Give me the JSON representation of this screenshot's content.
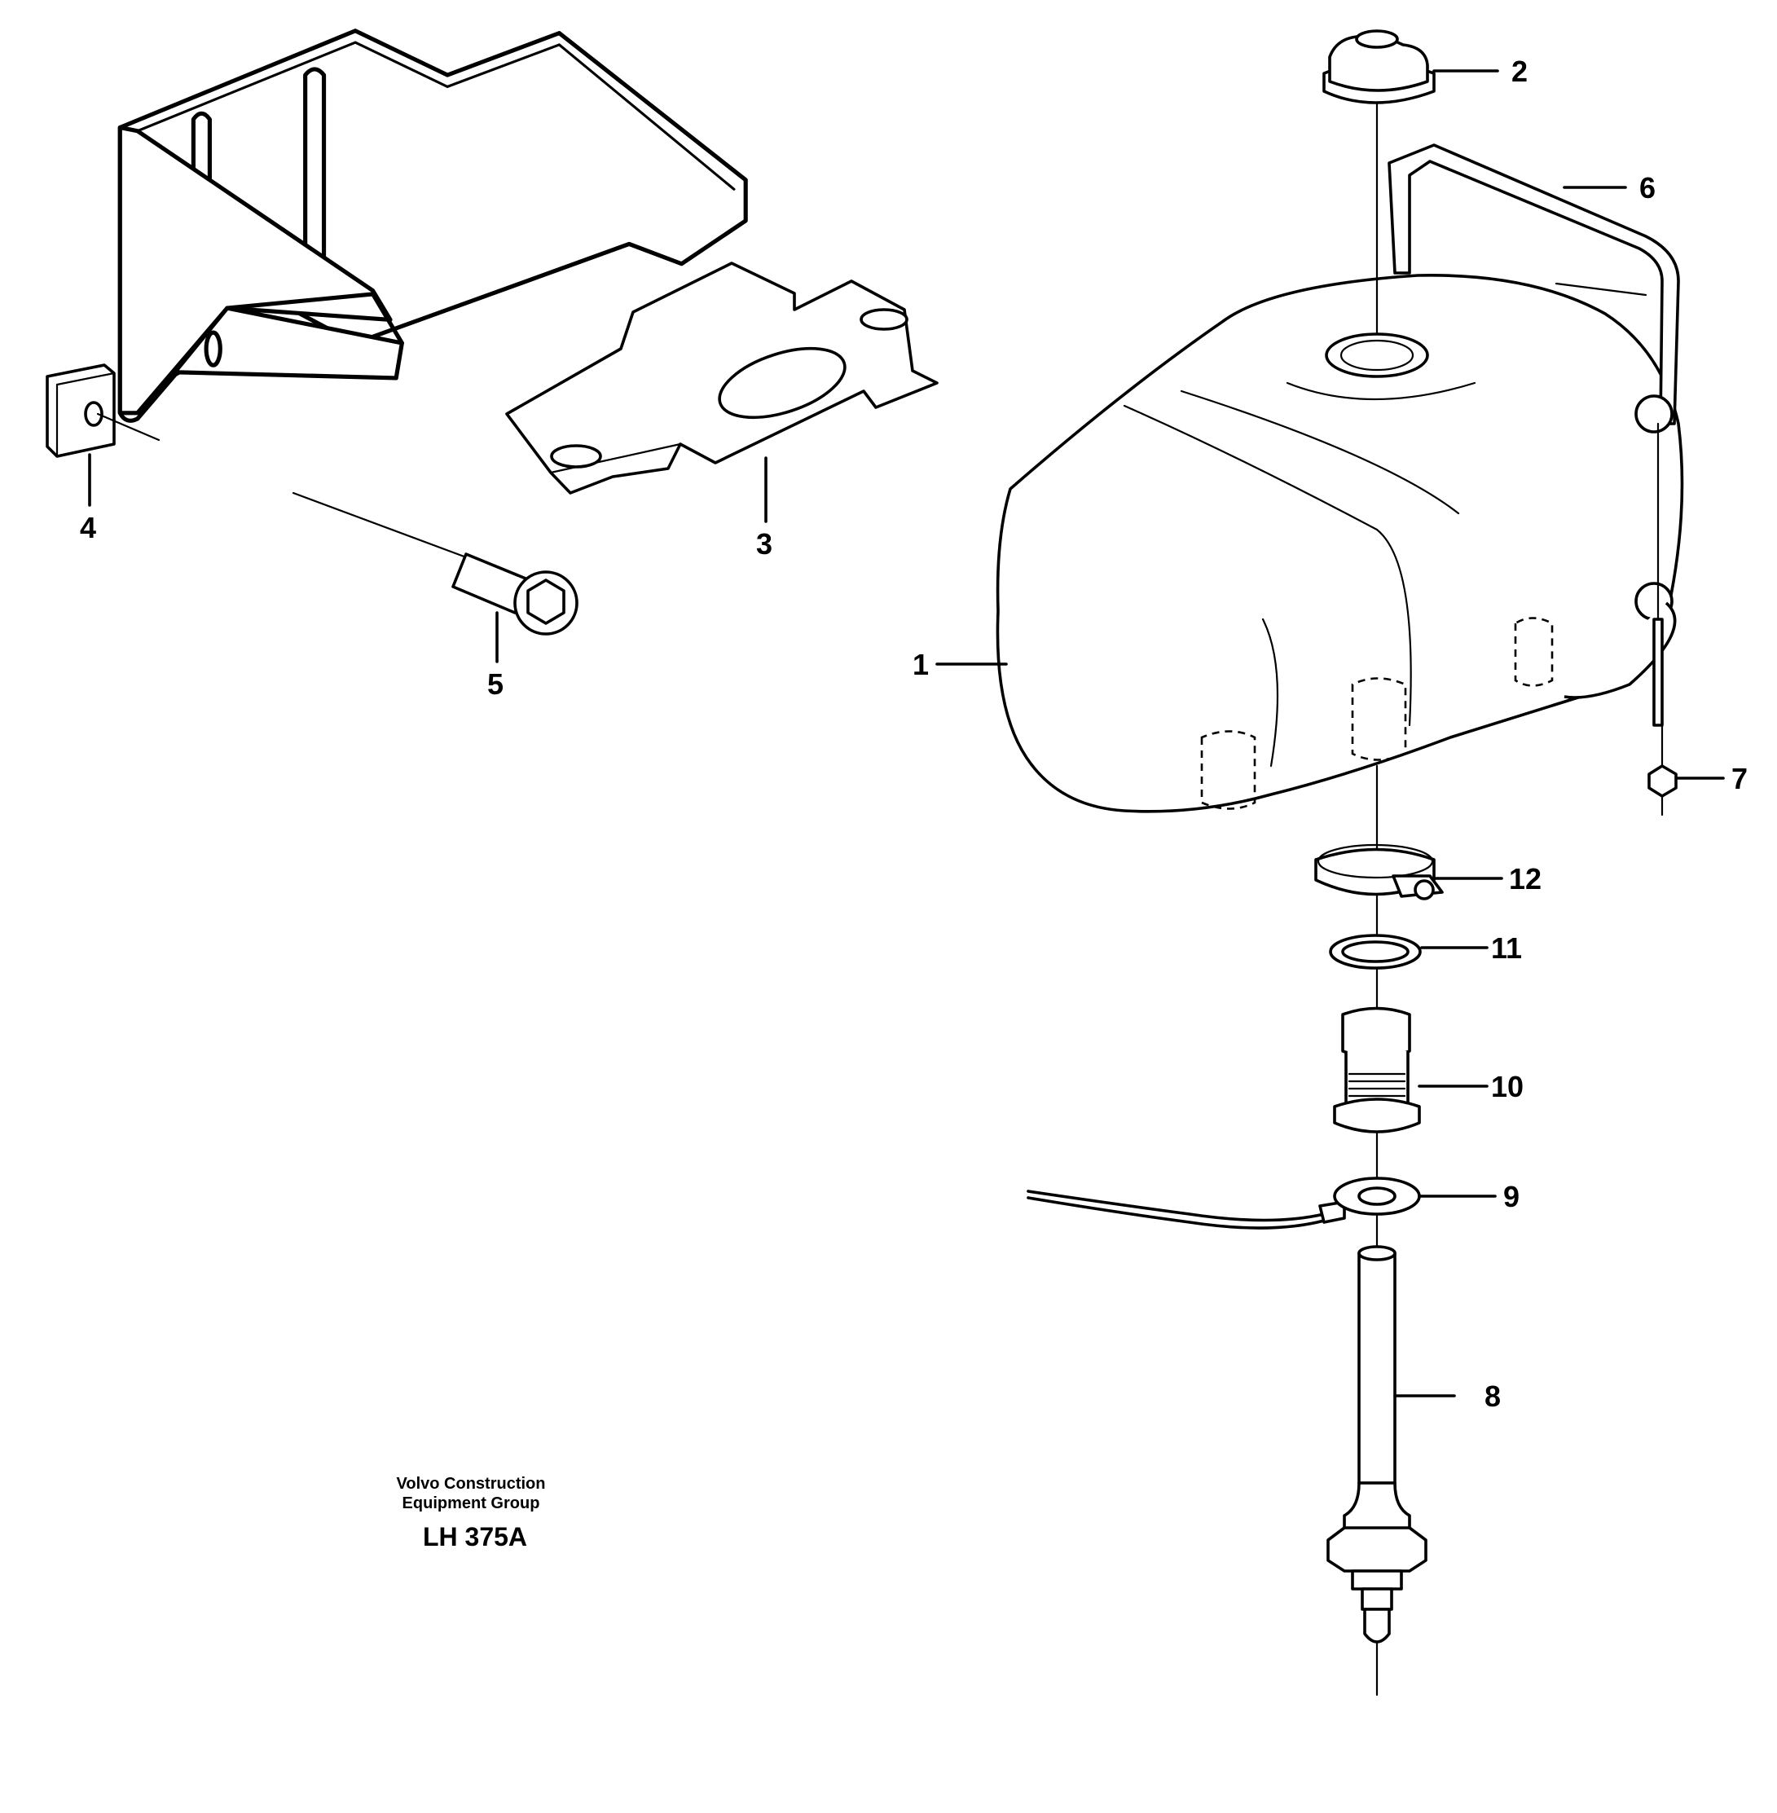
{
  "callouts": [
    {
      "id": "tank",
      "label": "1"
    },
    {
      "id": "filler-cap",
      "label": "2"
    },
    {
      "id": "mounting-plate",
      "label": "3"
    },
    {
      "id": "nut-clip",
      "label": "4"
    },
    {
      "id": "flange-screw",
      "label": "5"
    },
    {
      "id": "tension-strap",
      "label": "6"
    },
    {
      "id": "nut",
      "label": "7"
    },
    {
      "id": "level-sensor",
      "label": "8"
    },
    {
      "id": "cable-terminal",
      "label": "9"
    },
    {
      "id": "connector-nipple",
      "label": "10"
    },
    {
      "id": "o-ring",
      "label": "11"
    },
    {
      "id": "hose-clamp",
      "label": "12"
    }
  ],
  "footer": {
    "company_line1": "Volvo Construction",
    "company_line2": "Equipment Group",
    "drawing_code": "LH 375A"
  }
}
